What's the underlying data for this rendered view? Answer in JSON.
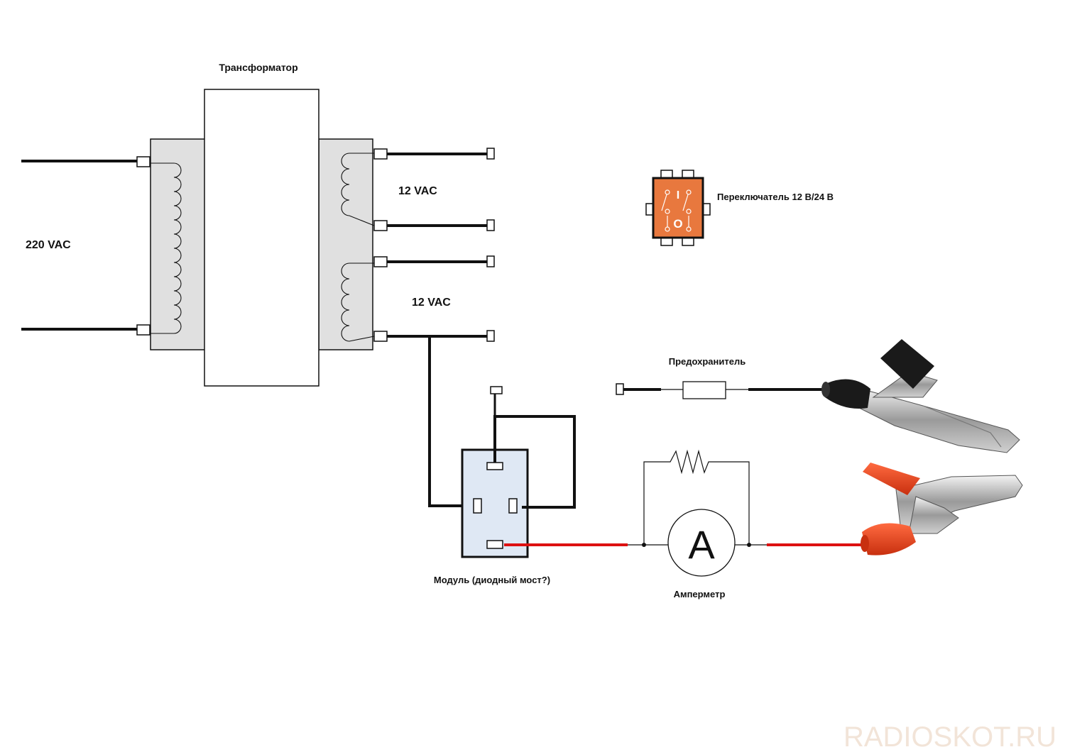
{
  "labels": {
    "transformer": "Трансформатор",
    "input_voltage": "220 VAC",
    "secondary_1": "12 VAC",
    "secondary_2": "12 VAC",
    "switch": "Переключатель 12 В/24 В",
    "fuse": "Предохранитель",
    "module": "Модуль (диодный мост?)",
    "ammeter": "Амперметр",
    "ammeter_symbol": "A",
    "switch_on": "I",
    "switch_off": "O"
  },
  "watermark": "RADIOSKOT.RU",
  "colors": {
    "wire": "#111111",
    "positive_wire": "#dd1111",
    "core_fill": "#e0e0e0",
    "module_fill": "#dfe8f4",
    "switch_fill": "#e8783e",
    "clamp_red": "#e8421c",
    "clamp_black": "#1a1a1a"
  }
}
